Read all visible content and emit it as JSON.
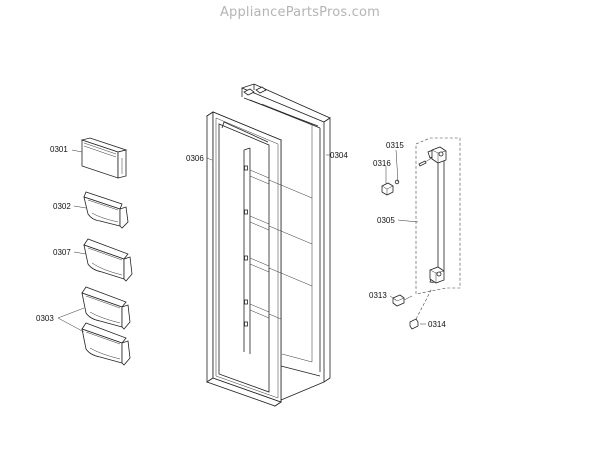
{
  "watermark": "AppliancePartsPros.com",
  "callouts": {
    "p0301": "0301",
    "p0302": "0302",
    "p0307": "0307",
    "p0303": "0303",
    "p0306": "0306",
    "p0304": "0304",
    "p0315": "0315",
    "p0316": "0316",
    "p0305": "0305",
    "p0313": "0313",
    "p0314": "0314"
  }
}
